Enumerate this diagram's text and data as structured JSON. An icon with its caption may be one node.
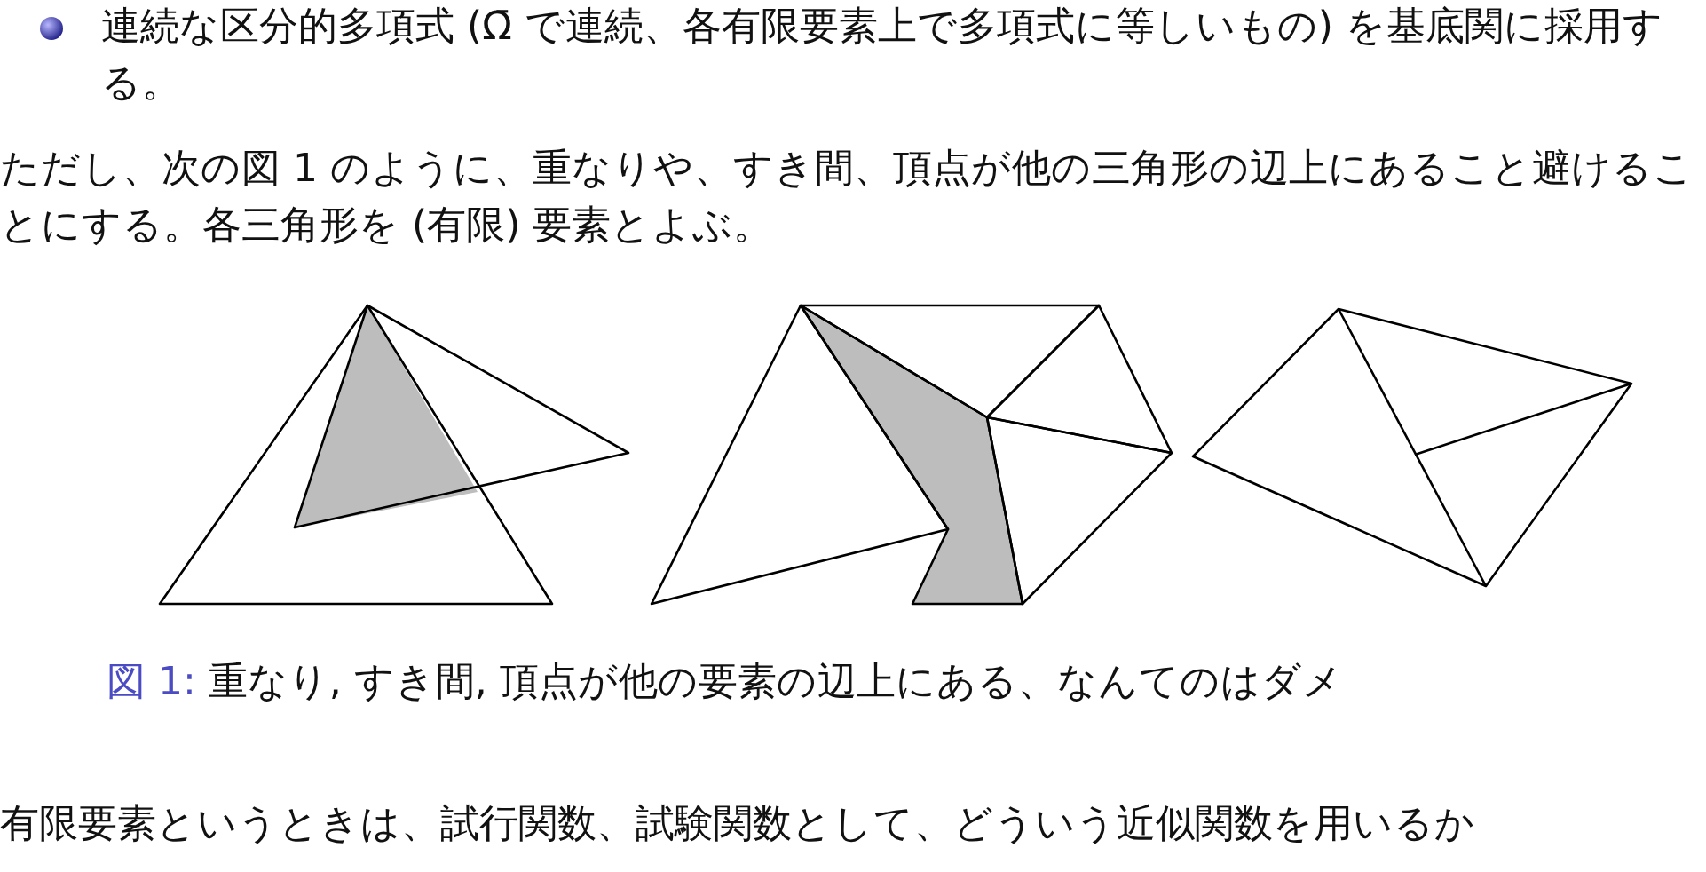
{
  "diagram": {
    "caption": "図 1: 重なり, すき間, 頂点が他の要素の辺上にある、なんてのはダメ",
    "labels": [
      "連続な区分的多項式 (Ω̄ で連続、各有限要素上で多項式に等しいもの) を基底関に採用する。",
      "ただし、次の図 1 のように、重なりや、すき間、頂点が他の三角形の辺上にあること避けることにする。各三角形を (有限) 要素とよぶ。",
      "有限要素というときは、試行関数、試験関数として、どういう近似関数を用いるか"
    ]
  }
}
